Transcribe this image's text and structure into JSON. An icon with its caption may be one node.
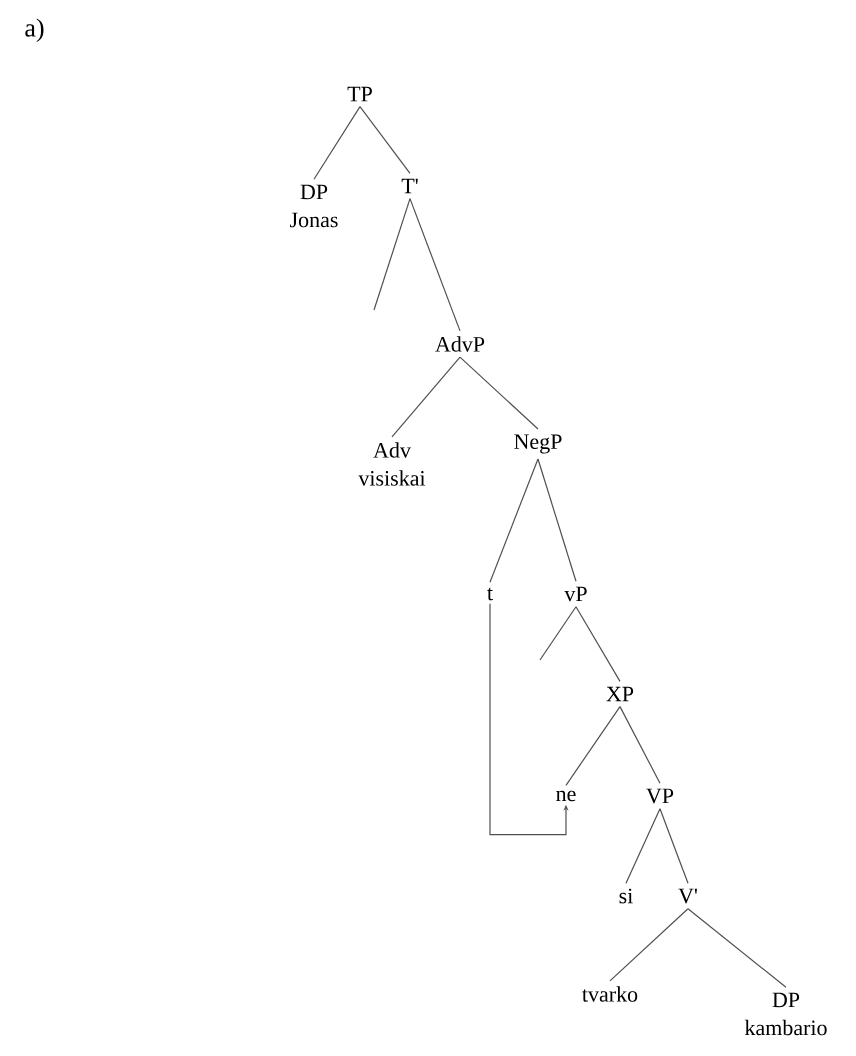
{
  "diagram": {
    "nodes": [
      {
        "text": [
          "TP"
        ]
      },
      {
        "text": [
          "DP",
          "Jonas"
        ]
      },
      {
        "text": [
          "T'"
        ]
      },
      {
        "text": [
          "AdvP"
        ]
      },
      {
        "text": [
          "Adv",
          "visiskai"
        ]
      },
      {
        "text": [
          "NegP"
        ]
      },
      {
        "text": [
          "t"
        ]
      },
      {
        "text": [
          "vP"
        ]
      },
      {
        "text": [
          "XP"
        ]
      },
      {
        "text": [
          "ne"
        ]
      },
      {
        "text": [
          "VP"
        ]
      },
      {
        "text": [
          "si"
        ]
      },
      {
        "text": [
          "V'"
        ]
      },
      {
        "text": [
          "tvarko"
        ]
      },
      {
        "text": [
          "DP",
          "kambario"
        ]
      }
    ],
    "edges": [
      {
        "from": 0,
        "to": 1,
        "arrow": "none"
      },
      {
        "from": 0,
        "to": 2,
        "arrow": "none"
      },
      {
        "from": 2,
        "to": null,
        "arrow": "none"
      },
      {
        "from": 2,
        "to": 3,
        "arrow": "none"
      },
      {
        "from": 3,
        "to": 4,
        "arrow": "none"
      },
      {
        "from": 3,
        "to": 5,
        "arrow": "none"
      },
      {
        "from": 5,
        "to": 6,
        "arrow": "none"
      },
      {
        "from": 5,
        "to": 7,
        "arrow": "none"
      },
      {
        "from": 7,
        "to": null,
        "arrow": "none"
      },
      {
        "from": 7,
        "to": 8,
        "arrow": "none"
      },
      {
        "from": 8,
        "to": 9,
        "arrow": "none"
      },
      {
        "from": 8,
        "to": 10,
        "arrow": "none"
      },
      {
        "from": 10,
        "to": 11,
        "arrow": "none"
      },
      {
        "from": 10,
        "to": 12,
        "arrow": "none"
      },
      {
        "from": 12,
        "to": 13,
        "arrow": "none"
      },
      {
        "from": 12,
        "to": 14,
        "arrow": "none"
      },
      {
        "from": 6,
        "to": 9,
        "arrow": "to"
      }
    ],
    "labels": [
      "a)"
    ]
  }
}
